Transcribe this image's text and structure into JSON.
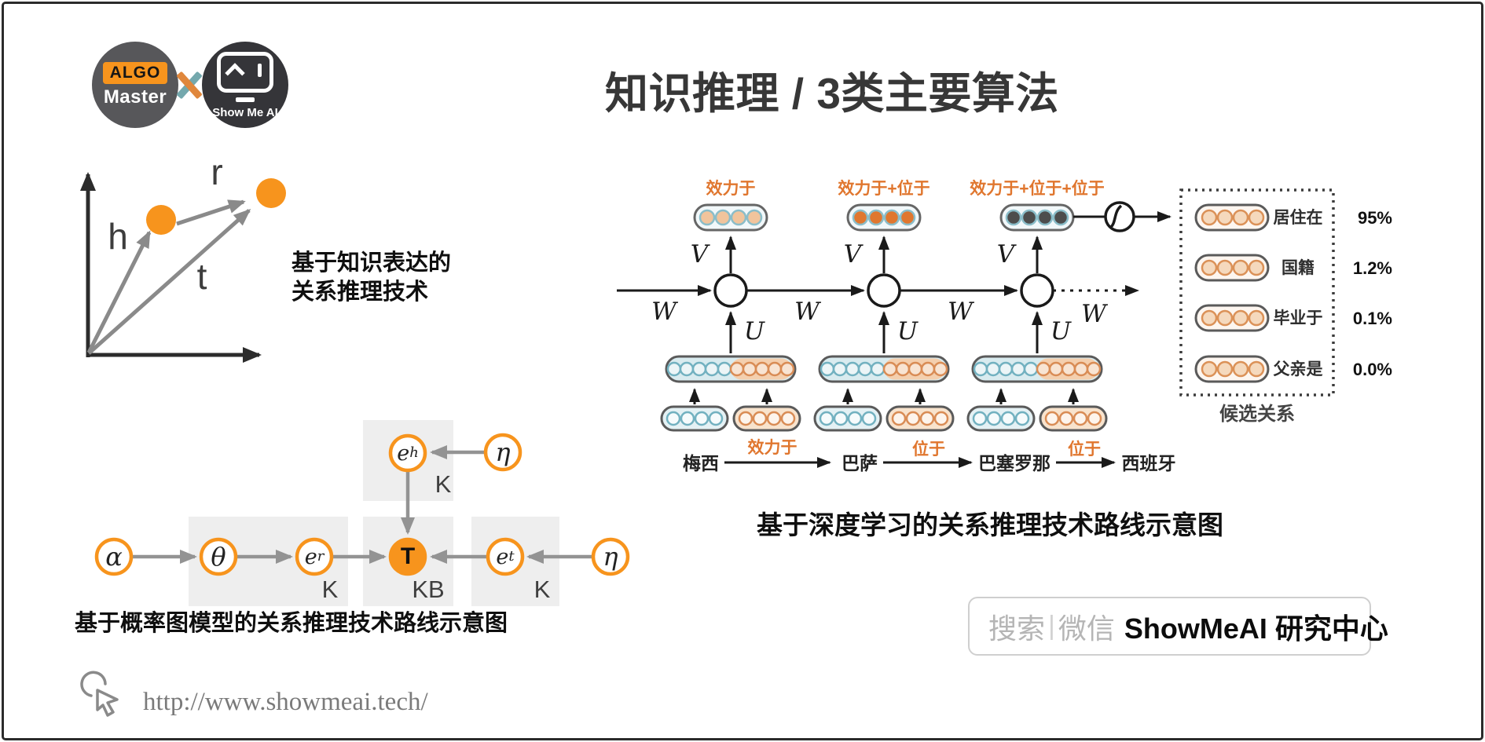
{
  "page": {
    "title": "知识推理 / 3类主要算法"
  },
  "logos": {
    "algo_line1": "ALGO",
    "algo_line2": "Master",
    "showmeai": "Show Me AI"
  },
  "kg_fig": {
    "h": "h",
    "r": "r",
    "t": "t",
    "caption_line1": "基于知识表达的",
    "caption_line2": "关系推理技术"
  },
  "pgm_fig": {
    "alpha": "α",
    "theta": "θ",
    "eta": "η",
    "e": "e",
    "sub_r": "r",
    "sub_h": "h",
    "sub_t": "t",
    "t_node": "T",
    "k": "K",
    "kb": "KB",
    "caption": "基于概率图模型的关系推理技术路线示意图"
  },
  "rnn_fig": {
    "col_labels": [
      "效力于",
      "效力于+位于",
      "效力于+位于+位于"
    ],
    "v": "V",
    "u": "U",
    "w": "W",
    "sequence": {
      "entities": [
        "梅西",
        "巴萨",
        "巴塞罗那",
        "西班牙"
      ],
      "relations": [
        "效力于",
        "位于",
        "位于"
      ]
    },
    "candidates": {
      "rows": [
        {
          "label": "居住在",
          "pct": "95%"
        },
        {
          "label": "国籍",
          "pct": "1.2%"
        },
        {
          "label": "毕业于",
          "pct": "0.1%"
        },
        {
          "label": "父亲是",
          "pct": "0.0%"
        }
      ],
      "caption": "候选关系"
    },
    "caption": "基于深度学习的关系推理技术路线示意图"
  },
  "search_box": {
    "search": "搜索",
    "divider": "|",
    "wechat": "微信",
    "brand": "ShowMeAI 研究中心"
  },
  "footer": {
    "url": "http://www.showmeai.tech/"
  },
  "colors": {
    "accent_orange": "#F7941D",
    "diagram_orange": "#E0762E",
    "teal": "#74A8AD",
    "plate_gray": "#EEEEEE"
  }
}
